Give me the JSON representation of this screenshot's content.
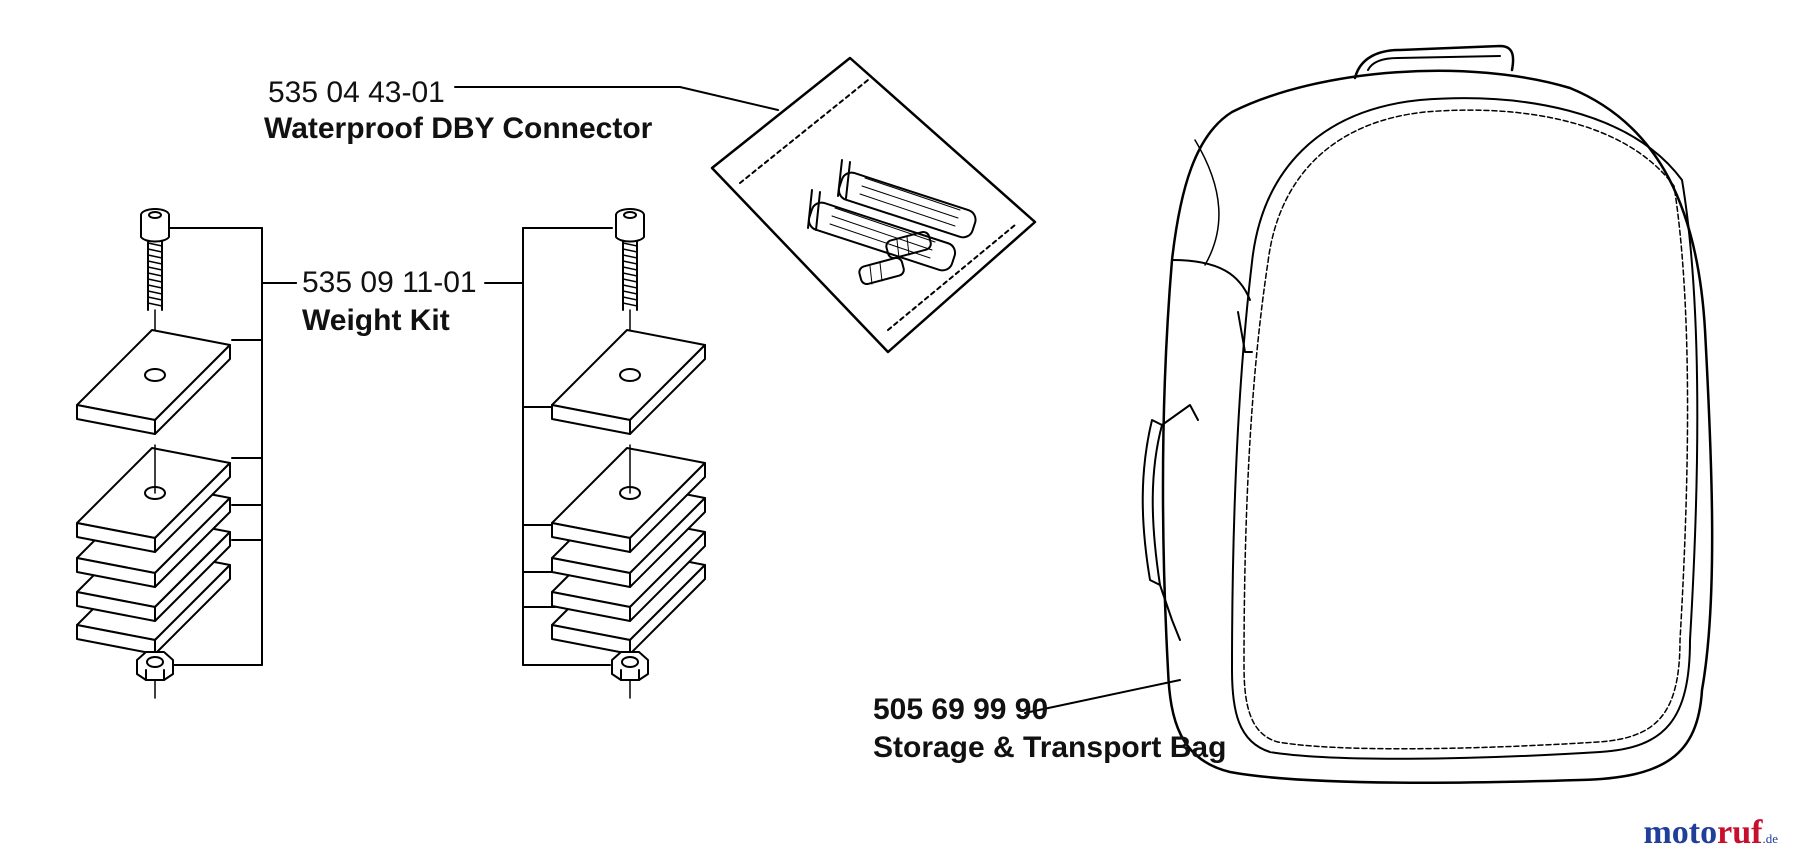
{
  "callouts": {
    "connector": {
      "part_number": "535 04 43-01",
      "name": "Waterproof DBY Connector"
    },
    "weight_kit": {
      "part_number": "535 09 11-01",
      "name": "Weight Kit"
    },
    "bag": {
      "part_number": "505 69 99 90",
      "name": "Storage & Transport Bag"
    }
  },
  "watermark": {
    "brand_left": "moto",
    "brand_right": "ruf",
    "suffix": ".de"
  },
  "colors": {
    "line": "#000000",
    "brand_blue": "#1f3f9a",
    "brand_red": "#c8102e"
  }
}
